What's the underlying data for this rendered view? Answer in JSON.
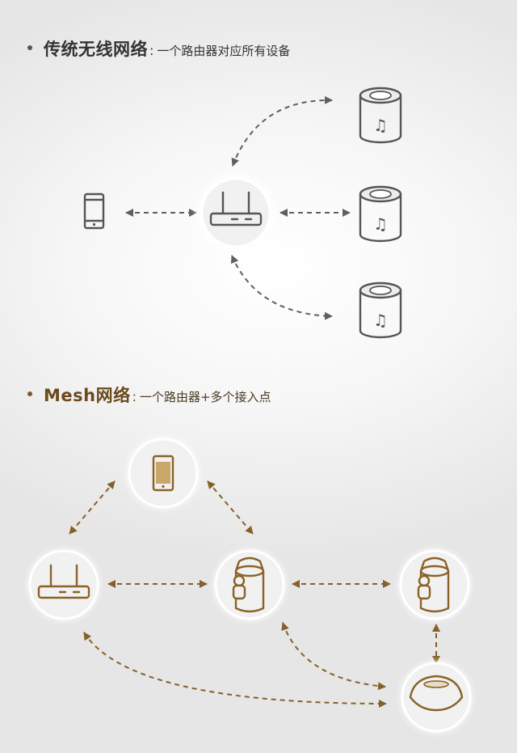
{
  "section_traditional": {
    "title": "传统无线网络",
    "separator": ":",
    "description": "一个路由器对应所有设备"
  },
  "section_mesh": {
    "title": "Mesh网络",
    "separator": ":",
    "description": "一个路由器+多个接入点"
  },
  "colors": {
    "gray": "#5a5a5a",
    "brown": "#8a6226",
    "background": "#eeeeee"
  },
  "icons": {
    "traditional": [
      "phone-icon",
      "router-icon",
      "speaker-icon",
      "speaker-icon",
      "speaker-icon"
    ],
    "mesh": [
      "phone-icon",
      "router-icon",
      "mesh-access-point-icon",
      "mesh-access-point-icon",
      "dome-speaker-icon"
    ]
  }
}
